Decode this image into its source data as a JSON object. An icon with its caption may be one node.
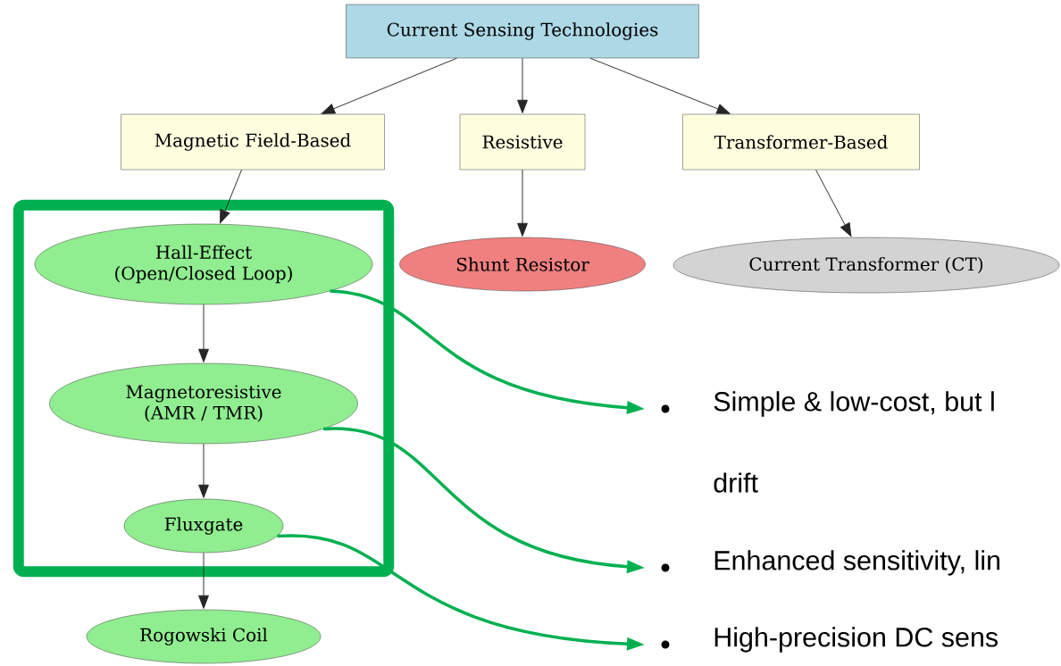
{
  "diagram": {
    "nodes": [
      {
        "text": [
          "Current Sensing Technologies"
        ]
      },
      {
        "text": [
          "Magnetic Field-Based"
        ]
      },
      {
        "text": [
          "Resistive"
        ]
      },
      {
        "text": [
          "Transformer-Based"
        ]
      },
      {
        "text": [],
        "shape": "box"
      },
      {
        "text": [
          "Hall-Effect (Open/Closed Loop)"
        ],
        "in": 4
      },
      {
        "text": [
          "Magnetoresistive (AMR / TMR)"
        ],
        "in": 4
      },
      {
        "text": [
          "Fluxgate"
        ],
        "in": 4
      },
      {
        "text": [
          "Rogowski Coil"
        ]
      },
      {
        "text": [
          "Shunt Resistor"
        ]
      },
      {
        "text": [
          "Current Transformer (CT)"
        ]
      },
      {
        "text": [
          "Simple & low-cost, but l",
          "drift"
        ]
      },
      {
        "text": [
          "Enhanced sensitivity, lin"
        ]
      },
      {
        "text": [
          "High-precision DC sens"
        ]
      }
    ],
    "edges": [
      {
        "from": 0,
        "to": 1,
        "arrow": "to"
      },
      {
        "from": 0,
        "to": 2,
        "arrow": "to"
      },
      {
        "from": 0,
        "to": 3,
        "arrow": "to"
      },
      {
        "from": 1,
        "to": 5,
        "arrow": "to"
      },
      {
        "from": 5,
        "to": 6,
        "arrow": "to"
      },
      {
        "from": 6,
        "to": 7,
        "arrow": "to"
      },
      {
        "from": 7,
        "to": 8,
        "arrow": "to"
      },
      {
        "from": 2,
        "to": 9,
        "arrow": "to"
      },
      {
        "from": 3,
        "to": 10,
        "arrow": "to"
      },
      {
        "from": 5,
        "to": 11,
        "arrow": "to",
        "style": "thick",
        "color": "#00b050"
      },
      {
        "from": 6,
        "to": 12,
        "arrow": "to",
        "style": "thick",
        "color": "#00b050"
      },
      {
        "from": 7,
        "to": 13,
        "arrow": "to",
        "style": "thick",
        "color": "#00b050"
      }
    ]
  }
}
